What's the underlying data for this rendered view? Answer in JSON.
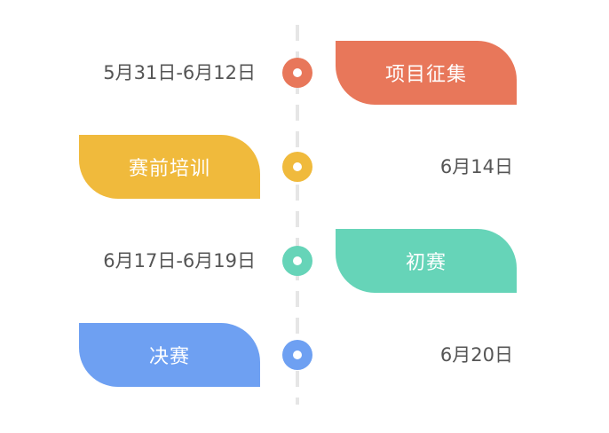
{
  "timeline": {
    "stages": [
      {
        "label": "项目征集",
        "date": "5月31日-6月12日",
        "color": "#E8775A",
        "label_side": "right"
      },
      {
        "label": "赛前培训",
        "date": "6月14日",
        "color": "#F0BA3C",
        "label_side": "left"
      },
      {
        "label": "初赛",
        "date": "6月17日-6月19日",
        "color": "#66D4B8",
        "label_side": "right"
      },
      {
        "label": "决赛",
        "date": "6月20日",
        "color": "#6EA0F2",
        "label_side": "left"
      }
    ]
  }
}
